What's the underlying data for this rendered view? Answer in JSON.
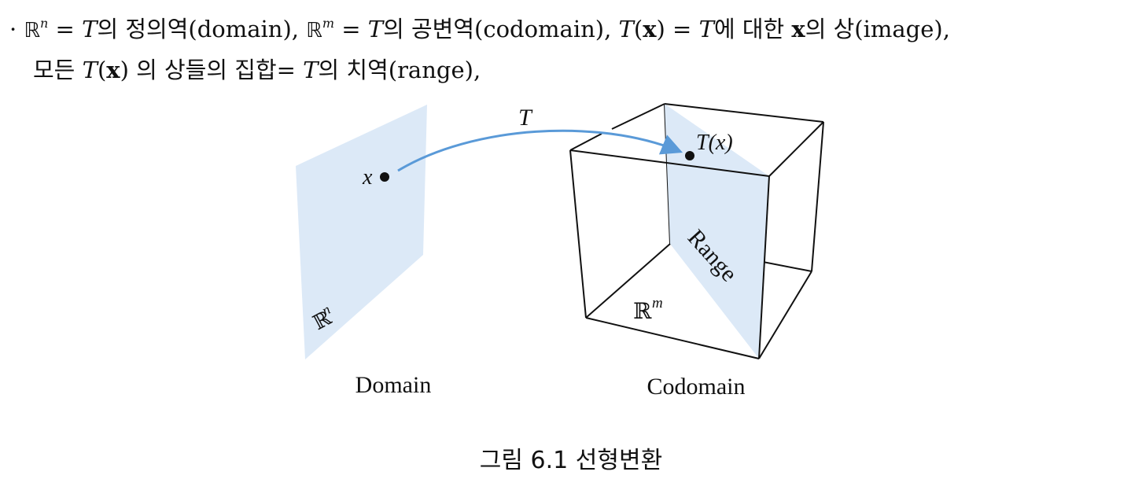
{
  "text": {
    "line1": {
      "bullet": "·",
      "rn": "ℝ",
      "n": "n",
      "eq1": " = ",
      "t1": "T",
      "domain_def": "의 정의역(domain), ",
      "rm": "ℝ",
      "m": "m",
      "eq2": " = ",
      "t2": "T",
      "codomain_def": "의 공변역(codomain), ",
      "t3": "T",
      "p_open": "(",
      "x1": "x",
      "p_close": ")",
      "eq3": " = ",
      "t4": "T",
      "about": "에 대한 ",
      "x2": "x",
      "image_def": "의 상(image),"
    },
    "line2": {
      "all": "모든 ",
      "t5": "T",
      "p_open": "(",
      "x3": "x",
      "p_close": ")",
      "set_of": " 의 상들의 집합= ",
      "t6": "T",
      "range_def": "의 치역(range),"
    }
  },
  "figure": {
    "map_label": "T",
    "x_label": "x",
    "tx_label": "T(x)",
    "rn_symbol": "ℝ",
    "rn_exp": "n",
    "rm_symbol": "ℝ",
    "rm_exp": "m",
    "range_label": "Range",
    "domain_label": "Domain",
    "codomain_label": "Codomain",
    "plane_color": "#dce9f7",
    "arrow_color": "#5a9ad8",
    "edge_color": "#111111"
  },
  "caption": "그림 6.1 선형변환"
}
